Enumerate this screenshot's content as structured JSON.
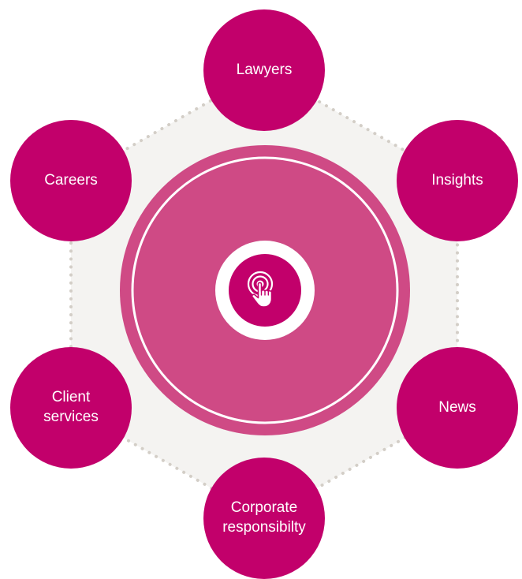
{
  "nodes": {
    "lawyers": {
      "label": "Lawyers"
    },
    "insights": {
      "label": "Insights"
    },
    "news": {
      "label": "News"
    },
    "corporate": {
      "label": "Corporate\nresponsibilty"
    },
    "client_services": {
      "label": "Client\nservices"
    },
    "careers": {
      "label": "Careers"
    }
  },
  "center": {
    "icon": "touch-tap-icon"
  },
  "colors": {
    "node": "#c2006b",
    "center_disc": "#cf4a85",
    "backdrop": "#f4f3f1",
    "dots": "#d3cec7"
  }
}
